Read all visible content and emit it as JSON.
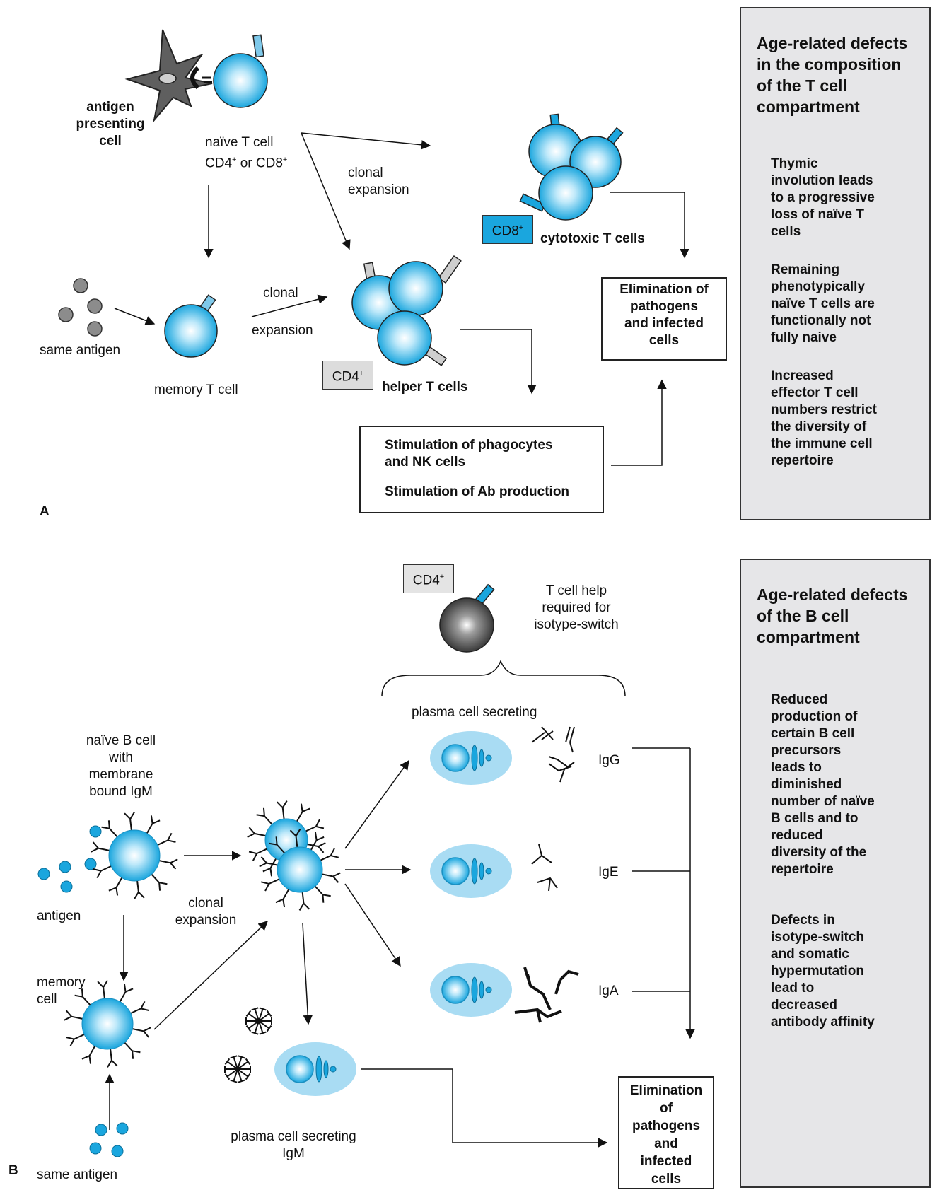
{
  "panel_a": {
    "label": "A",
    "apc_label": "antigen\npresenting\ncell",
    "naive_t_line1": "naïve T cell",
    "naive_t_line2_pre": "CD4",
    "naive_t_line2_mid": " or CD8",
    "sup_plus": "+",
    "clonal_expansion_top": "clonal\nexpansion",
    "cd8_tag": "CD8",
    "cytotoxic_label": "cytotoxic T cells",
    "elimination_box": "Elimination of\npathogens\nand infected\ncells",
    "same_antigen": "same antigen",
    "clonal_mid": "clonal",
    "expansion_mid": "expansion",
    "memory_t_label": "memory T cell",
    "cd4_tag": "CD4",
    "helper_label": "helper T cells",
    "stim_line1": "Stimulation of phagocytes\nand NK cells",
    "stim_line2": "Stimulation of Ab production"
  },
  "panel_b": {
    "label": "B",
    "cd4_tag": "CD4",
    "sup_plus": "+",
    "t_cell_help": "T cell help\nrequired for\nisotype-switch",
    "plasma_secreting": "plasma cell secreting",
    "naive_b_label": "naïve B cell\nwith\nmembrane\nbound IgM",
    "antigen_label": "antigen",
    "clonal_expansion": "clonal\nexpansion",
    "memory_cell": "memory\ncell",
    "same_antigen": "same antigen",
    "igg": "IgG",
    "ige": "IgE",
    "iga": "IgA",
    "plasma_igm": "plasma cell secreting\nIgM",
    "elimination_box": "Elimination\nof\npathogens\nand\ninfected\ncells"
  },
  "side_panel_t": {
    "title": "Age-related defects\nin the composition\nof the T cell\ncompartment",
    "items": [
      "Thymic\ninvolution leads\nto a progressive\nloss of naïve T\ncells",
      "Remaining\nphenotypically\nnaïve T cells are\nfunctionally not\nfully naive",
      "Increased\neffector T cell\nnumbers restrict\nthe diversity of\nthe immune cell\nrepertoire"
    ]
  },
  "side_panel_b": {
    "title": "Age-related defects\nof the B cell\ncompartment",
    "items": [
      "Reduced\nproduction of\ncertain B cell\nprecursors\nleads to\ndiminished\nnumber of naïve\nB cells and to\nreduced\ndiversity of the\nrepertoire",
      "Defects in\nisotype-switch\nand somatic\nhypermutation\nlead to\ndecreased\nantibody affinity"
    ]
  },
  "colors": {
    "cell_blue": "#1aa6de",
    "plasma_halo": "#a9dcf3",
    "panel_gray": "#e6e6e8",
    "antigen_gray": "#8c8c8c",
    "apc_gray": "#555555"
  }
}
